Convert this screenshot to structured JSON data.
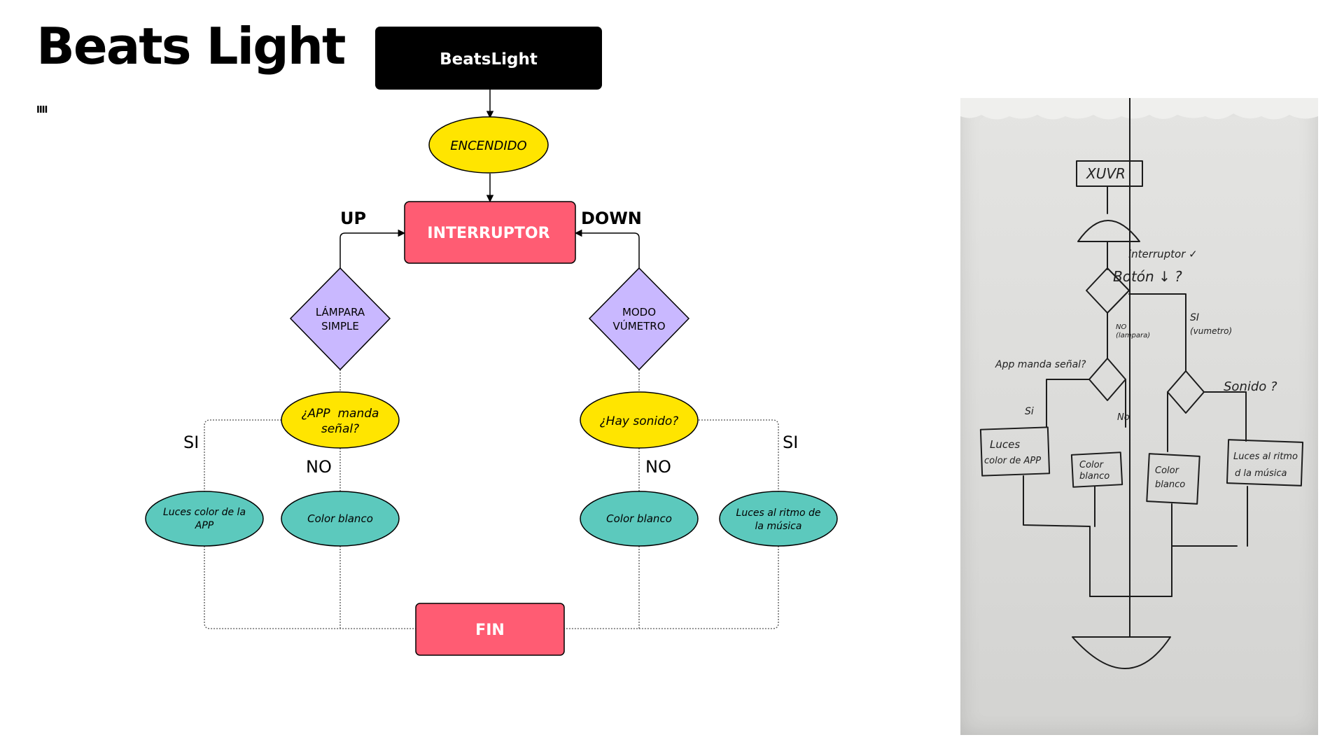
{
  "page": {
    "title": "Beats Light",
    "mark": "IIII"
  },
  "flowchart": {
    "start": "BeatsLight",
    "power_on": "ENCENDIDO",
    "switch": "INTERRUPTOR",
    "up_label": "UP",
    "down_label": "DOWN",
    "simple_lamp": [
      "LÁMPARA",
      "SIMPLE"
    ],
    "vumeter_mode": [
      "MODO",
      "VÚMETRO"
    ],
    "app_question": [
      "¿APP  manda",
      "señal?"
    ],
    "sound_question": "¿Hay sonido?",
    "yes_left": "SI",
    "no_left": "NO",
    "no_right": "NO",
    "yes_right": "SI",
    "app_color_lights": [
      "Luces color de la",
      "APP"
    ],
    "white_color_left": "Color blanco",
    "white_color_right": "Color blanco",
    "music_rhythm_lights": [
      "Luces al ritmo de",
      "la música"
    ],
    "end": "FIN"
  },
  "colors": {
    "start_fill": "#000000",
    "oval_yellow": "#ffe500",
    "process_red": "#ff5c73",
    "decision_purple": "#c9b8ff",
    "terminal_teal": "#5cc9bd"
  },
  "sketch": {
    "start": "XUVR",
    "switch_note": "interruptor ✓",
    "button_question": "Botón ↓ ?",
    "no_label": [
      "NO",
      "(lampara)"
    ],
    "yes_label": [
      "SI",
      "(vumetro)"
    ],
    "app_question": "App manda señal?",
    "sound_question": "Sonido ?",
    "yes_small": "Si",
    "no_small": "No",
    "box_app": [
      "Luces",
      "color de APP"
    ],
    "box_white_1": [
      "Color",
      "blanco"
    ],
    "box_white_2": [
      "Color",
      "blanco"
    ],
    "box_music": [
      "Luces al ritmo",
      "d la música"
    ]
  }
}
